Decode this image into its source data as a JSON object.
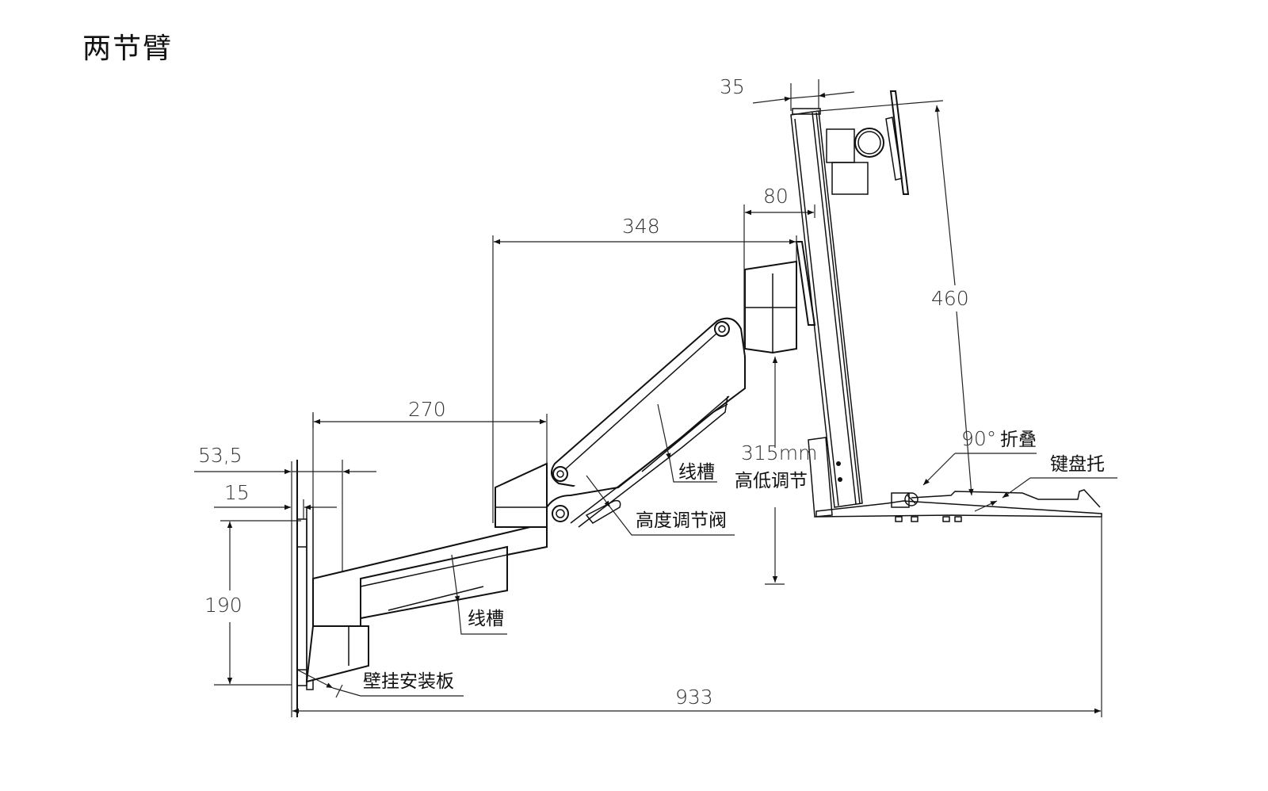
{
  "title": "两节臂",
  "dimensions": {
    "monitor_offset": "35",
    "mount_depth": "80",
    "upper_arm_length": "348",
    "lower_arm_length": "270",
    "wall_plate_offset": "53,5",
    "wall_plate_thickness": "15",
    "wall_plate_height": "190",
    "height_adjust": "315mm",
    "monitor_height": "460",
    "fold_angle": "90°",
    "total_length": "933"
  },
  "labels": {
    "cable_slot_upper": "线槽",
    "cable_slot_lower": "线槽",
    "height_valve": "高度调节阀",
    "height_adjust": "高低调节",
    "fold": "折叠",
    "keyboard_tray": "键盘托",
    "wall_plate": "壁挂安装板"
  }
}
